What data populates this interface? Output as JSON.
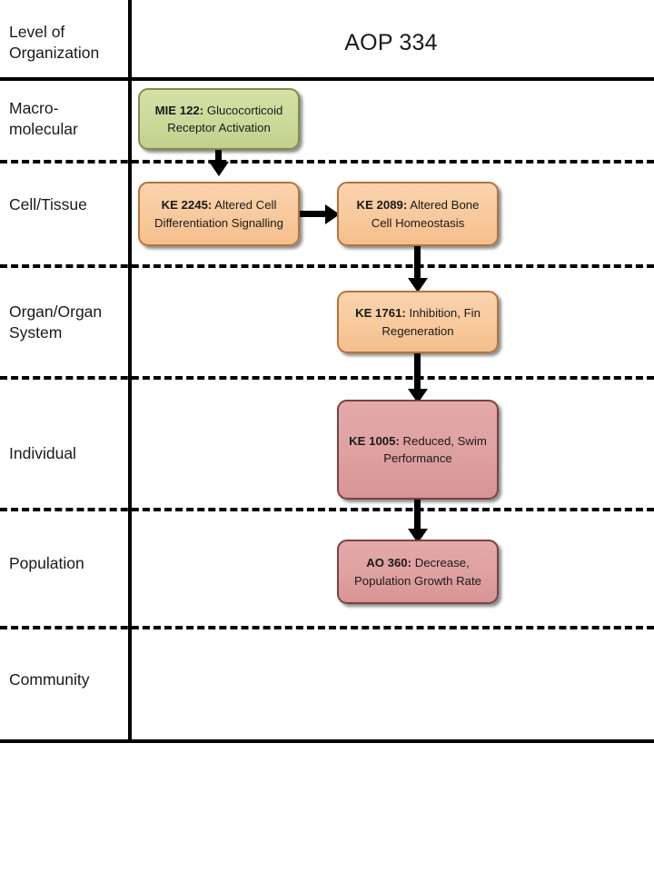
{
  "diagram": {
    "title": "AOP 334",
    "header_label": "Level of Organization",
    "rows": [
      {
        "key": "macromolecular",
        "label": "Macro-molecular"
      },
      {
        "key": "cell_tissue",
        "label": "Cell/Tissue"
      },
      {
        "key": "organ",
        "label": "Organ/Organ System"
      },
      {
        "key": "individual",
        "label": "Individual"
      },
      {
        "key": "population",
        "label": "Population"
      },
      {
        "key": "community",
        "label": "Community"
      }
    ],
    "nodes": [
      {
        "id": "mie-122",
        "type": "MIE",
        "code": "MIE 122:",
        "name": "Glucocorticoid Receptor Activation",
        "row": "macromolecular",
        "color": "#ccd99a",
        "border_color": "#7f8f4b"
      },
      {
        "id": "ke-2245",
        "type": "KE",
        "code": "KE 2245:",
        "name": "Altered Cell Differentiation Signalling",
        "row": "cell_tissue",
        "color": "#f8c99c",
        "border_color": "#b4743a"
      },
      {
        "id": "ke-2089",
        "type": "KE",
        "code": "KE 2089:",
        "name": "Altered Bone Cell Homeostasis",
        "row": "cell_tissue",
        "color": "#f8c99c",
        "border_color": "#b4743a"
      },
      {
        "id": "ke-1761",
        "type": "KE",
        "code": "KE 1761:",
        "name": "Inhibition, Fin Regeneration",
        "row": "organ",
        "color": "#f8c99c",
        "border_color": "#b4743a"
      },
      {
        "id": "ke-1005",
        "type": "KE",
        "code": "KE 1005:",
        "name": "Reduced, Swim Performance",
        "row": "individual",
        "color": "#dfa0a0",
        "border_color": "#7a4242"
      },
      {
        "id": "ao-360",
        "type": "AO",
        "code": "AO 360:",
        "name": "Decrease, Population Growth Rate",
        "row": "population",
        "color": "#dfa0a0",
        "border_color": "#7a4242"
      }
    ],
    "edges": [
      {
        "from": "mie-122",
        "to": "ke-2245",
        "direction": "down"
      },
      {
        "from": "ke-2245",
        "to": "ke-2089",
        "direction": "right"
      },
      {
        "from": "ke-2089",
        "to": "ke-1761",
        "direction": "down"
      },
      {
        "from": "ke-1761",
        "to": "ke-1005",
        "direction": "down"
      },
      {
        "from": "ke-1005",
        "to": "ao-360",
        "direction": "down"
      }
    ]
  }
}
